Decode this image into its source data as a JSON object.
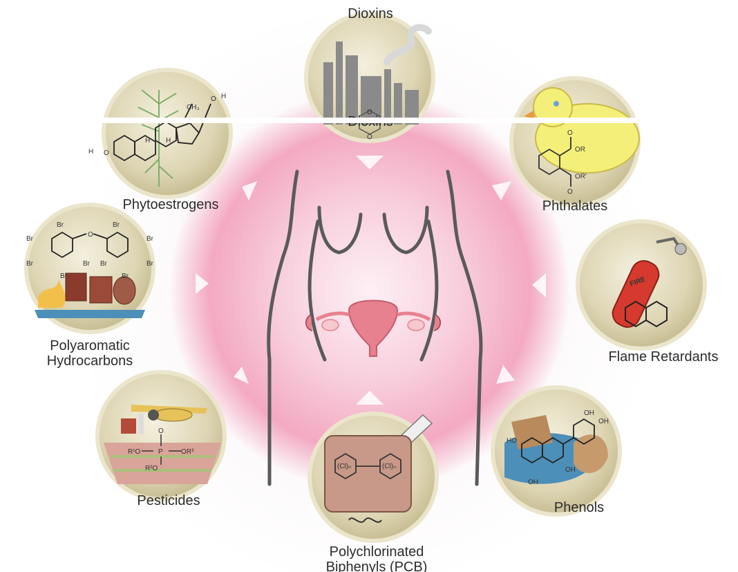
{
  "labels": {
    "dioxins": "Dioxins",
    "dioxins_inner": "Dioxins",
    "phthalates": "Phthalates",
    "flame_retardants": "Flame Retardants",
    "phenols": "Phenols",
    "pcb_line1": "Polychlorinated",
    "pcb_line2": "Biphenyls (PCB)",
    "pesticides": "Pesticides",
    "pah_line1": "Polyaromatic",
    "pah_line2": "Hydrocarbons",
    "phytoestrogens": "Phytoestrogens"
  },
  "chem_text": {
    "br": "Br",
    "oh": "OH",
    "ho": "HO",
    "h": "H",
    "ch3": "CH₃",
    "or": "OR",
    "or_prime": "OR'",
    "o": "O",
    "p": "P",
    "r1o": "R¹O",
    "r2o": "R²O",
    "or3": "OR³",
    "cl": "(Cl)ₙ",
    "fire": "FIRE"
  },
  "colors": {
    "center_pink": "#f3a9c1",
    "circle_fill": "#d9d1ad",
    "circle_edge": "#ebe5cc",
    "uterus": "#e8818f"
  }
}
